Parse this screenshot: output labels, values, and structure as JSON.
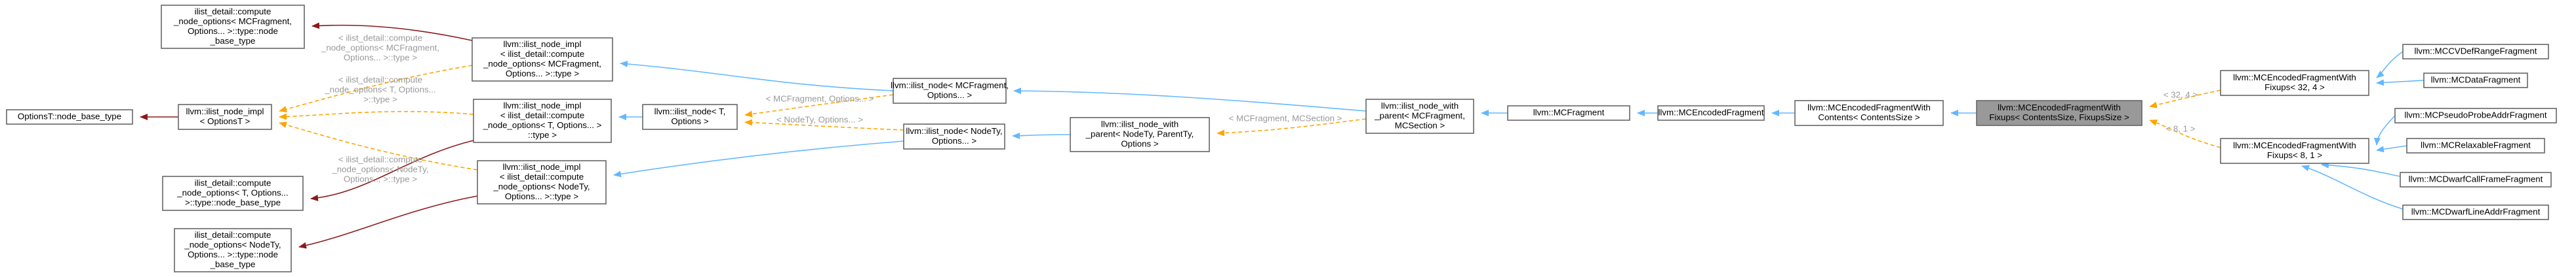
{
  "colors": {
    "inherit": "#63b8ff",
    "template": "#ffa500",
    "usage": "#8b1a1a",
    "node_highlight": "#999999",
    "edge_label": "#9a9a9a"
  },
  "nodes": {
    "n1": [
      "llvm::MCEncodedFragmentWith",
      "Fixups< ContentsSize, FixupsSize >"
    ],
    "n2": [
      "llvm::MCEncodedFragmentWith",
      "Contents< ContentsSize >"
    ],
    "n3": [
      "llvm::MCEncodedFragment"
    ],
    "n4": [
      "llvm::MCFragment"
    ],
    "n5": [
      "llvm::ilist_node_with",
      "_parent< MCFragment,",
      "MCSection >"
    ],
    "n6": [
      "llvm::ilist_node< MCFragment,",
      "Options... >"
    ],
    "n7": [
      "llvm::ilist_node_impl",
      "< ilist_detail::compute",
      "_node_options< MCFragment,",
      "Options... >::type >"
    ],
    "n8": [
      "ilist_detail::compute",
      "_node_options< MCFragment,",
      "Options... >::type::node",
      "_base_type"
    ],
    "n9": [
      "llvm::ilist_node_impl",
      "< OptionsT >"
    ],
    "n10": [
      "OptionsT::node_base_type"
    ],
    "n11": [
      "llvm::ilist_node_impl",
      "< ilist_detail::compute",
      "_node_options< T, Options... >",
      "::type >"
    ],
    "n12": [
      "ilist_detail::compute",
      "_node_options< T, Options...",
      ">::type::node_base_type"
    ],
    "n13": [
      "llvm::ilist_node< T,",
      "Options >"
    ],
    "n14": [
      "llvm::ilist_node_impl",
      "< ilist_detail::compute",
      "_node_options< NodeTy,",
      "Options... >::type >"
    ],
    "n15": [
      "ilist_detail::compute",
      "_node_options< NodeTy,",
      "Options... >::type::node",
      "_base_type"
    ],
    "n16": [
      "llvm::ilist_node< NodeTy,",
      "Options... >"
    ],
    "n17": [
      "llvm::ilist_node_with",
      "_parent< NodeTy, ParentTy,",
      "Options >"
    ],
    "n18": [
      "llvm::MCEncodedFragmentWith",
      "Fixups< 32, 4 >"
    ],
    "n19": [
      "llvm::MCCVDefRangeFragment"
    ],
    "n20": [
      "llvm::MCDataFragment"
    ],
    "n21": [
      "llvm::MCEncodedFragmentWith",
      "Fixups< 8, 1 >"
    ],
    "n22": [
      "llvm::MCPseudoProbeAddrFragment"
    ],
    "n23": [
      "llvm::MCRelaxableFragment"
    ],
    "n24": [
      "llvm::MCDwarfCallFrameFragment"
    ],
    "n25": [
      "llvm::MCDwarfLineAddrFragment"
    ]
  },
  "edge_labels": {
    "l1": [
      "< 32, 4 >"
    ],
    "l2": [
      "< 8, 1 >"
    ],
    "l3": [
      "< MCFragment, MCSection >"
    ],
    "l4": [
      "< MCFragment, Options... >"
    ],
    "l5": [
      "< NodeTy, Options... >"
    ],
    "l6": [
      "< ilist_detail::compute",
      "_node_options< MCFragment,",
      "Options... >::type >"
    ],
    "l7": [
      "< ilist_detail::compute",
      "_node_options< T, Options...",
      ">::type >"
    ],
    "l8": [
      "< ilist_detail::compute",
      "_node_options< NodeTy,",
      "Options... >::type >"
    ]
  }
}
